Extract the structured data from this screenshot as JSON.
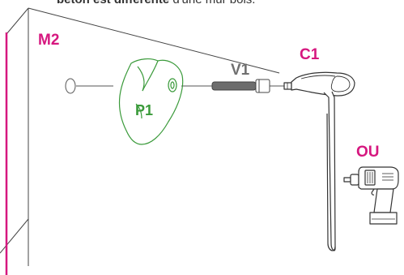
{
  "header_text": {
    "bold_part": "béton est différente",
    "regular_part": " d'une mur bois."
  },
  "labels": {
    "wall": "M2",
    "hold": "P1",
    "screw": "V1",
    "key": "C1",
    "or": "OU"
  },
  "colors": {
    "magenta": "#d6177f",
    "green": "#3a9a3a",
    "gray": "#707070",
    "line": "#444444",
    "dark": "#333333"
  },
  "icons": {
    "tool_key": "allen-key-icon",
    "tool_drill": "cordless-drill-icon"
  }
}
